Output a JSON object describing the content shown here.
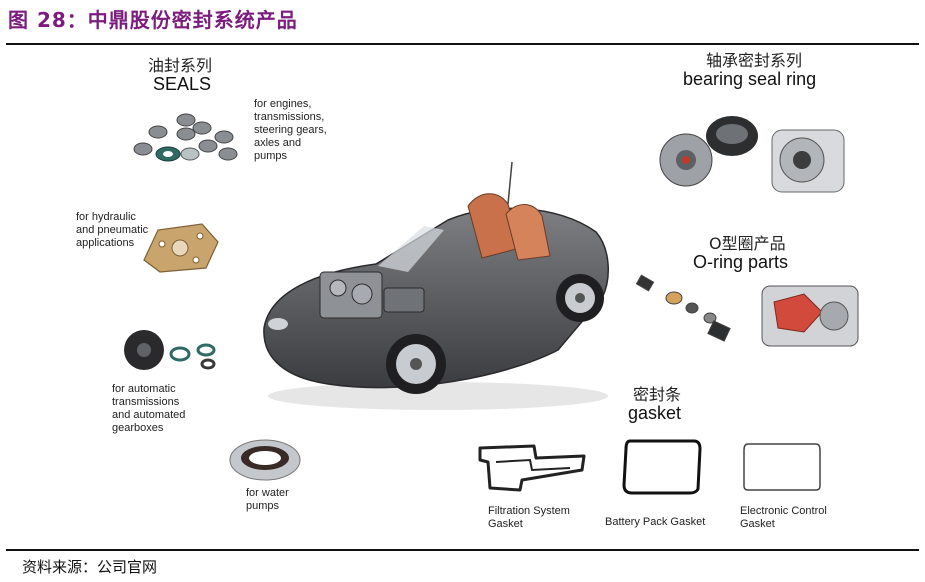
{
  "figure": {
    "title": "图 28：中鼎股份密封系统产品",
    "source": "资料来源：公司官网"
  },
  "seals": {
    "title_cn": "油封系列",
    "title_en": "SEALS",
    "note_engines": "for engines,\ntransmissions,\nsteering gears,\naxles and\npumps",
    "note_hydraulic": "for hydraulic\nand pneumatic\napplications",
    "note_automatic": "for automatic\ntransmissions\nand automated\ngearboxes",
    "note_water": "for water\npumps"
  },
  "bearing": {
    "title_cn": "轴承密封系列",
    "title_en": "bearing seal ring"
  },
  "oring": {
    "title_cn": "O型圈产品",
    "title_en": "O-ring parts"
  },
  "gasket": {
    "title_cn": "密封条",
    "title_en": "gasket",
    "items": [
      {
        "label": "Filtration System\nGasket"
      },
      {
        "label": "Battery Pack Gasket"
      },
      {
        "label": "Electronic Control\nGasket"
      }
    ]
  },
  "colors": {
    "title": "#7b1c7e",
    "car_body": "#5a5b5e",
    "seat": "#c9714a"
  }
}
